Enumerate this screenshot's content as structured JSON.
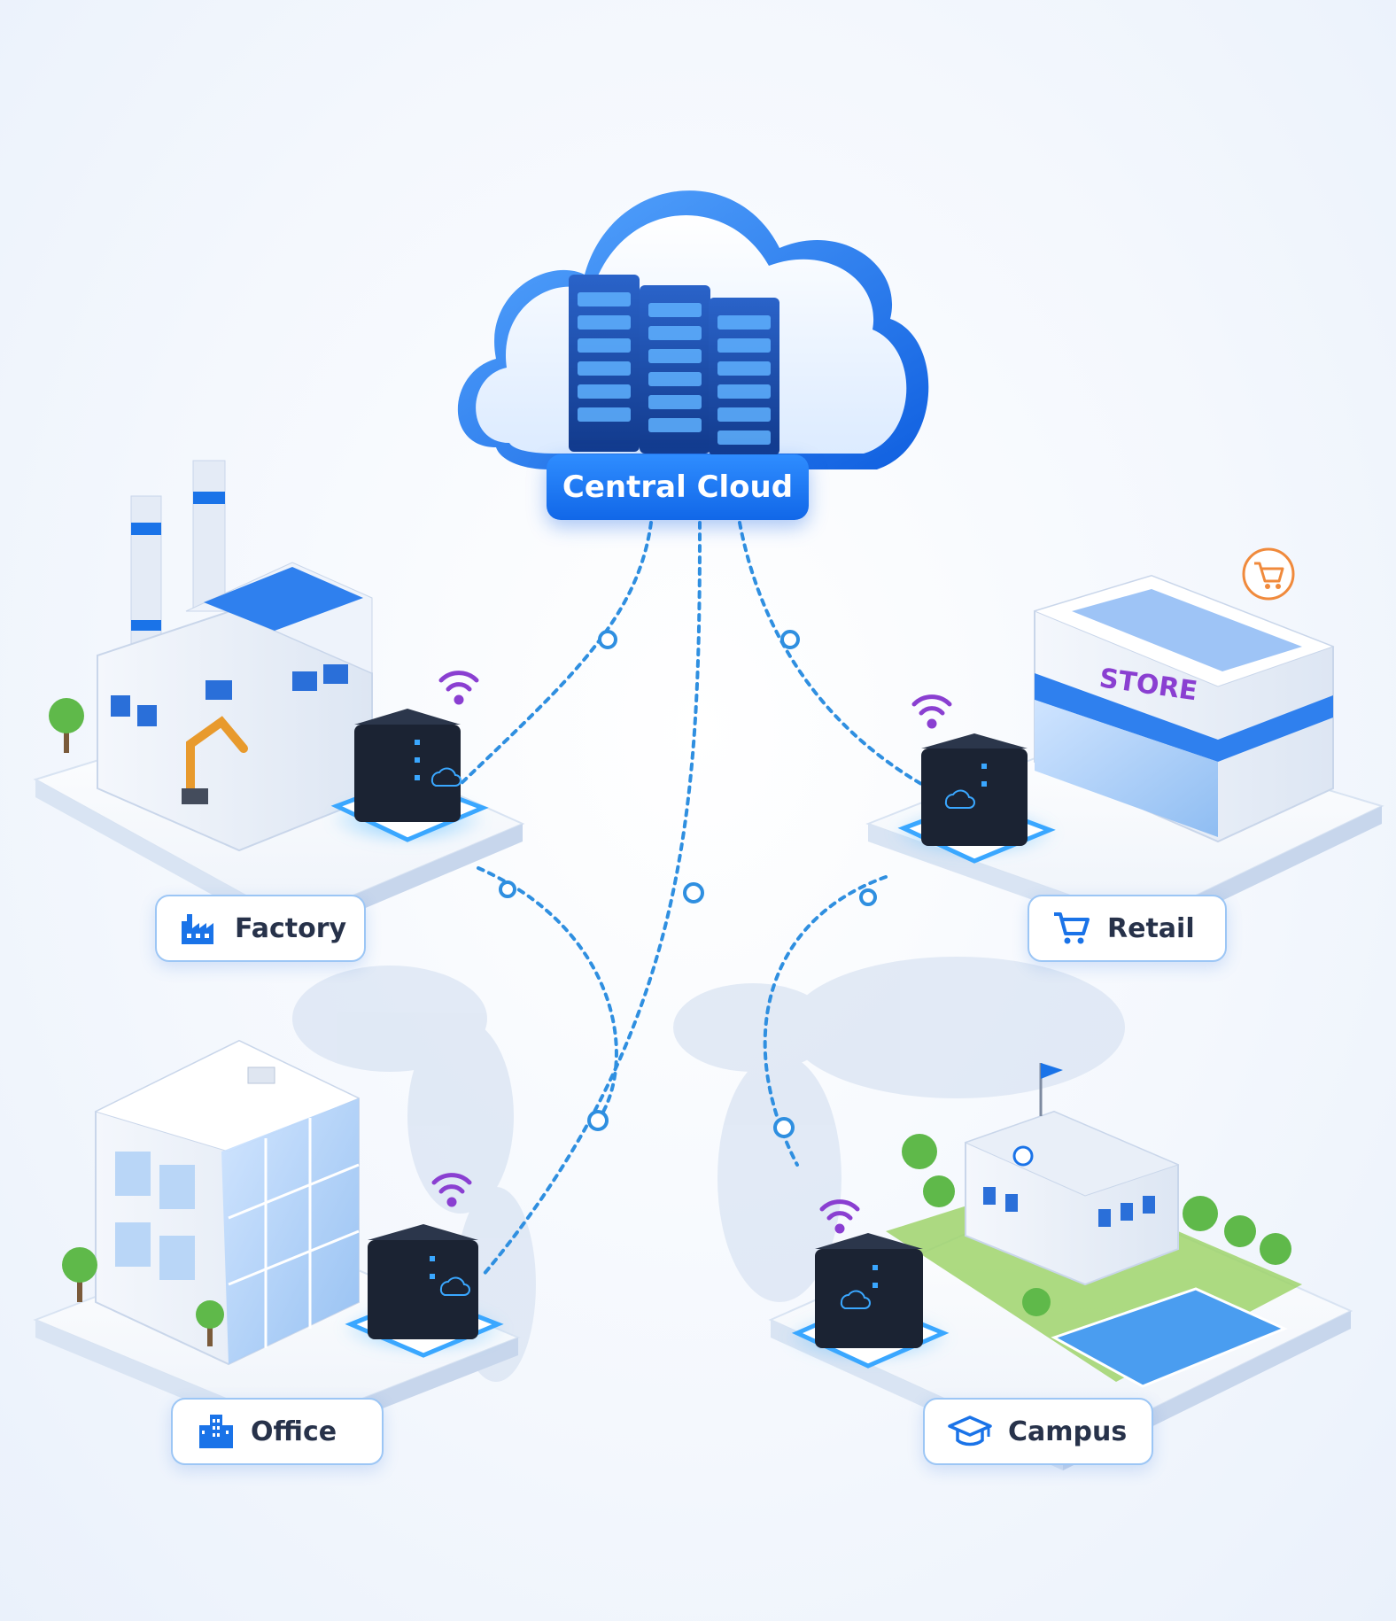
{
  "central": {
    "label": "Central Cloud"
  },
  "store_sign": "STORE",
  "sites": [
    {
      "label": "Factory",
      "icon": "factory-icon"
    },
    {
      "label": "Retail",
      "icon": "cart-icon"
    },
    {
      "label": "Office",
      "icon": "office-building-icon"
    },
    {
      "label": "Campus",
      "icon": "graduation-cap-icon"
    }
  ],
  "colors": {
    "primary": "#1a73e8",
    "link": "#2f8fe0",
    "wifi": "#8a3fd1",
    "edge_box": "#1b2333",
    "glow": "#3aa7ff",
    "cart_badge": "#f08a3c"
  }
}
